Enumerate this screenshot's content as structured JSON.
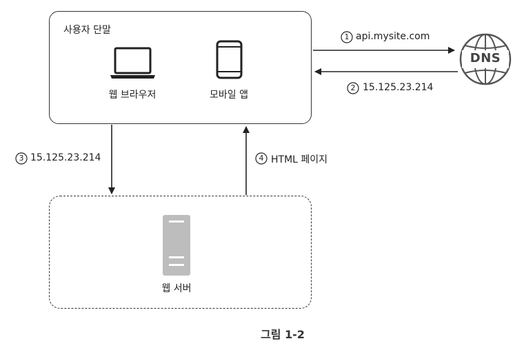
{
  "client": {
    "title": "사용자 단말",
    "browser_label": "웹 브라우저",
    "mobile_label": "모바일 앱"
  },
  "dns": {
    "label": "DNS",
    "request": {
      "num": "1",
      "text": "api.mysite.com"
    },
    "response": {
      "num": "2",
      "text": "15.125.23.214"
    }
  },
  "server_flow": {
    "request": {
      "num": "3",
      "text": "15.125.23.214"
    },
    "response": {
      "num": "4",
      "text": "HTML 페이지"
    }
  },
  "server": {
    "label": "웹 서버"
  },
  "caption": "그림 1-2"
}
